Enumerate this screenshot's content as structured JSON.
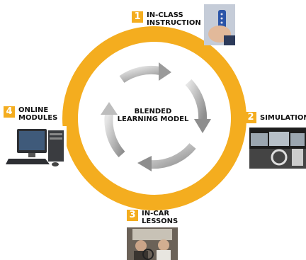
{
  "center": {
    "line1": "BLENDED",
    "line2": "LEARNING MODEL"
  },
  "steps": [
    {
      "number": "1",
      "line1": "IN-CLASS",
      "line2": "INSTRUCTION"
    },
    {
      "number": "2",
      "line1": "SIMULATION",
      "line2": ""
    },
    {
      "number": "3",
      "line1": "IN-CAR",
      "line2": "LESSONS"
    },
    {
      "number": "4",
      "line1": "ONLINE",
      "line2": "MODULES"
    }
  ],
  "colors": {
    "ring": "#f4ad1f",
    "badge": "#f4ad1f",
    "arrows": "#9a9a9a"
  },
  "icons": [
    "clicker-photo",
    "simulator-photo",
    "car-lesson-photo",
    "computer-photo"
  ]
}
